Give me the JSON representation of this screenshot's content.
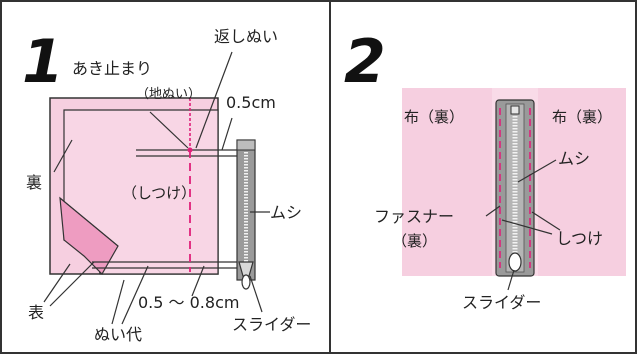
{
  "panel1": {
    "step": "1",
    "labels": {
      "stop": "あき止まり",
      "backstitch": "返しぬい",
      "base_seam": "（地ぬい）",
      "d05": "0.5cm",
      "ura": "裏",
      "basting": "（しつけ）",
      "mushi": "ムシ",
      "omote": "表",
      "range": "0.5 ～ 0.8cm",
      "allowance": "ぬい代",
      "slider": "スライダー"
    }
  },
  "panel2": {
    "step": "2",
    "labels": {
      "cloth_left": "布（裏）",
      "cloth_right": "布（裏）",
      "mushi": "ムシ",
      "fastener": "ファスナー",
      "fastener_back": "（裏）",
      "basting": "しつけ",
      "slider": "スライダー"
    }
  },
  "colors": {
    "fabric": "#f6cfe0",
    "fabric_fold": "#ee9cc1",
    "stitch": "#e0207a",
    "tape": "#9a9a9a",
    "border": "#333333"
  }
}
